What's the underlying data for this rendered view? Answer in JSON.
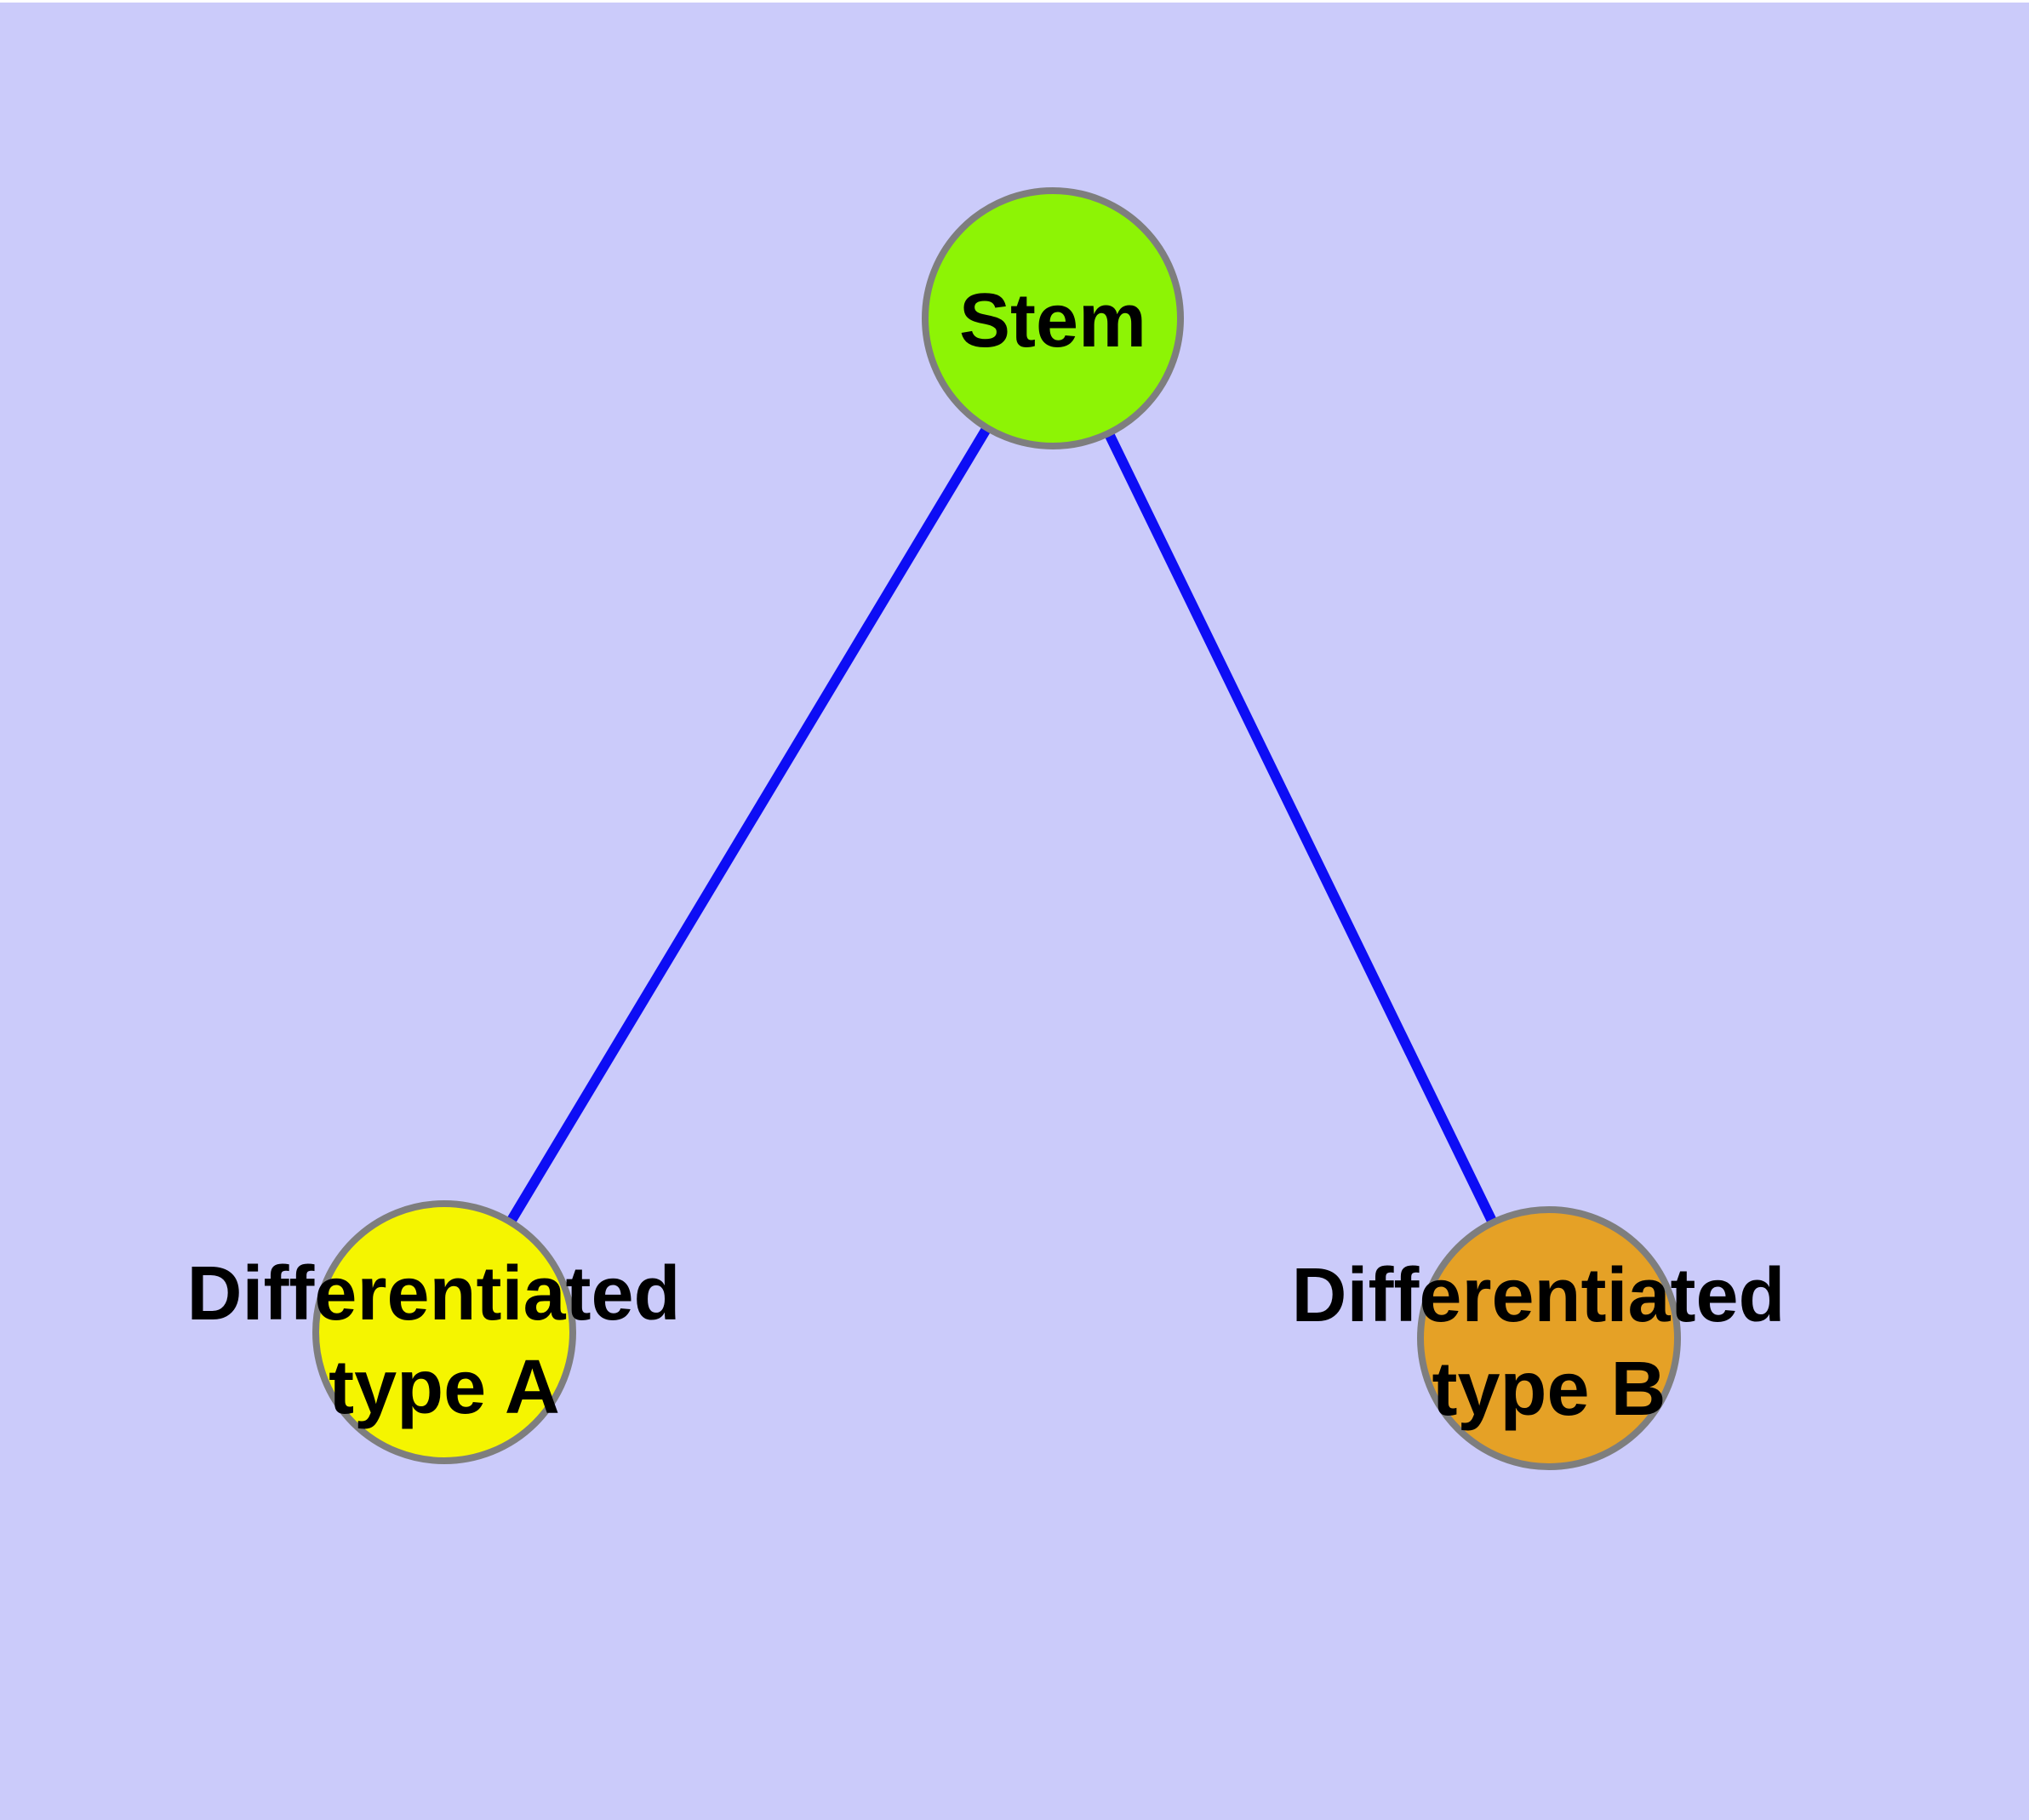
{
  "graph": {
    "background_color": "#CBCBFA",
    "top_margin_color": "#FFFFFF",
    "edge_color": "#0D0DF5",
    "node_border_color": "#7E7E7E",
    "label_color": "#000000",
    "nodes": {
      "stem": {
        "label": "Stem",
        "fill_color": "#8DF405"
      },
      "type_a": {
        "label_line1": "Differentiated",
        "label_line2": "type A",
        "fill_color": "#F5F500"
      },
      "type_b": {
        "label_line1": "Differentiated",
        "label_line2": "type B",
        "fill_color": "#E5A126"
      }
    },
    "edges": [
      {
        "from": "Stem",
        "to": "Differentiated type A"
      },
      {
        "from": "Stem",
        "to": "Differentiated type B"
      }
    ]
  }
}
